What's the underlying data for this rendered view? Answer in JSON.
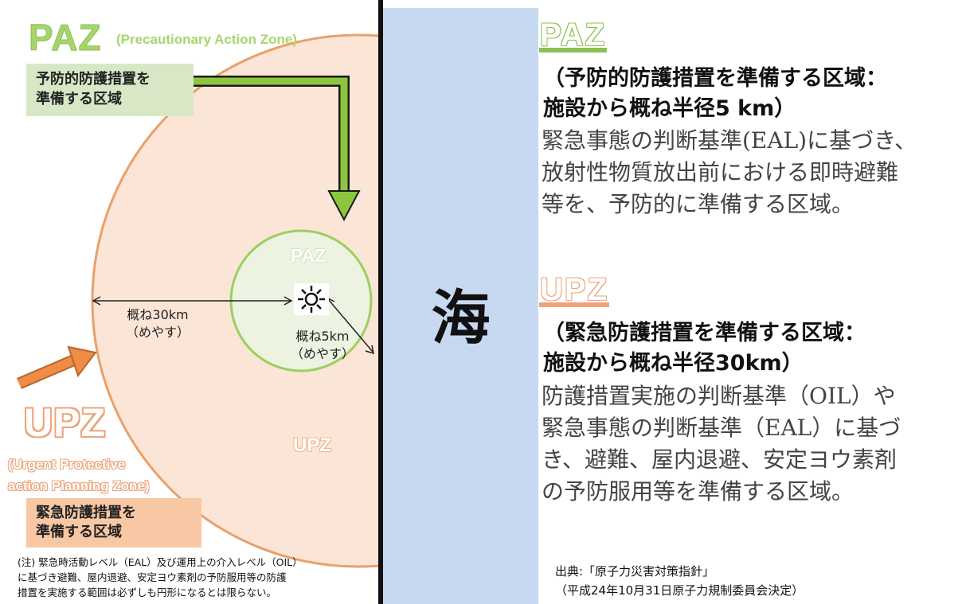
{
  "diagram": {
    "paz_title": "PAZ",
    "paz_subtitle": "(Precautionary Action Zone)",
    "paz_box_lines": [
      "予防的防護措置を",
      "準備する区域"
    ],
    "circle_label_paz": "PAZ",
    "circle_label_upz": "UPZ",
    "dist_30km_lines": [
      "概ね30km",
      "（めやす）"
    ],
    "dist_5km_lines": [
      "概ね5km",
      "（めやす）"
    ],
    "upz_title": "UPZ",
    "upz_subtitle_lines": [
      "(Urgent Protective",
      "action Planning Zone)"
    ],
    "upz_box_lines": [
      "緊急防護措置を",
      "準備する区域"
    ],
    "note_lines": [
      "(注) 緊急時活動レベル（EAL）及び運用上の介入レベル（OIL）",
      "に基づき避難、屋内退避、安定ヨウ素剤の予防服用等の防護",
      "措置を実施する範囲は必ずしも円形になるとは限らない。"
    ],
    "colors": {
      "paz_green": "#a6d66b",
      "paz_box": "#d8e8c6",
      "upz_fill": "#fbe5d6",
      "upz_stroke": "#e8a16a",
      "upz_box": "#f8c7a3",
      "arrow_orange": "#ef8c45",
      "arrow_green": "#8cc63f"
    },
    "icons": {
      "facility": "nuclear-facility-icon"
    }
  },
  "sea": {
    "label": "海",
    "color": "#c6d9f1"
  },
  "right": {
    "paz": {
      "title": "PAZ",
      "bold_lines": [
        "（予防的防護措置を準備する区域：",
        "施設から概ね半径5 km）"
      ],
      "body_lines": [
        "緊急事態の判断基準(EAL)に基づき、",
        "放射性物質放出前における即時避難",
        "等を、予防的に準備する区域。"
      ]
    },
    "upz": {
      "title": "UPZ",
      "bold_lines": [
        "（緊急防護措置を準備する区域：",
        "施設から概ね半径30km）"
      ],
      "body_lines": [
        "防護措置実施の判断基準（OIL）や",
        "緊急事態の判断基準（EAL）に基づ",
        "き、避難、屋内退避、安定ヨウ素剤",
        "の予防服用等を準備する区域。"
      ]
    },
    "source_lines": [
      "出典:「原子力災害対策指針」",
      "（平成24年10月31日原子力規制委員会決定）"
    ]
  }
}
